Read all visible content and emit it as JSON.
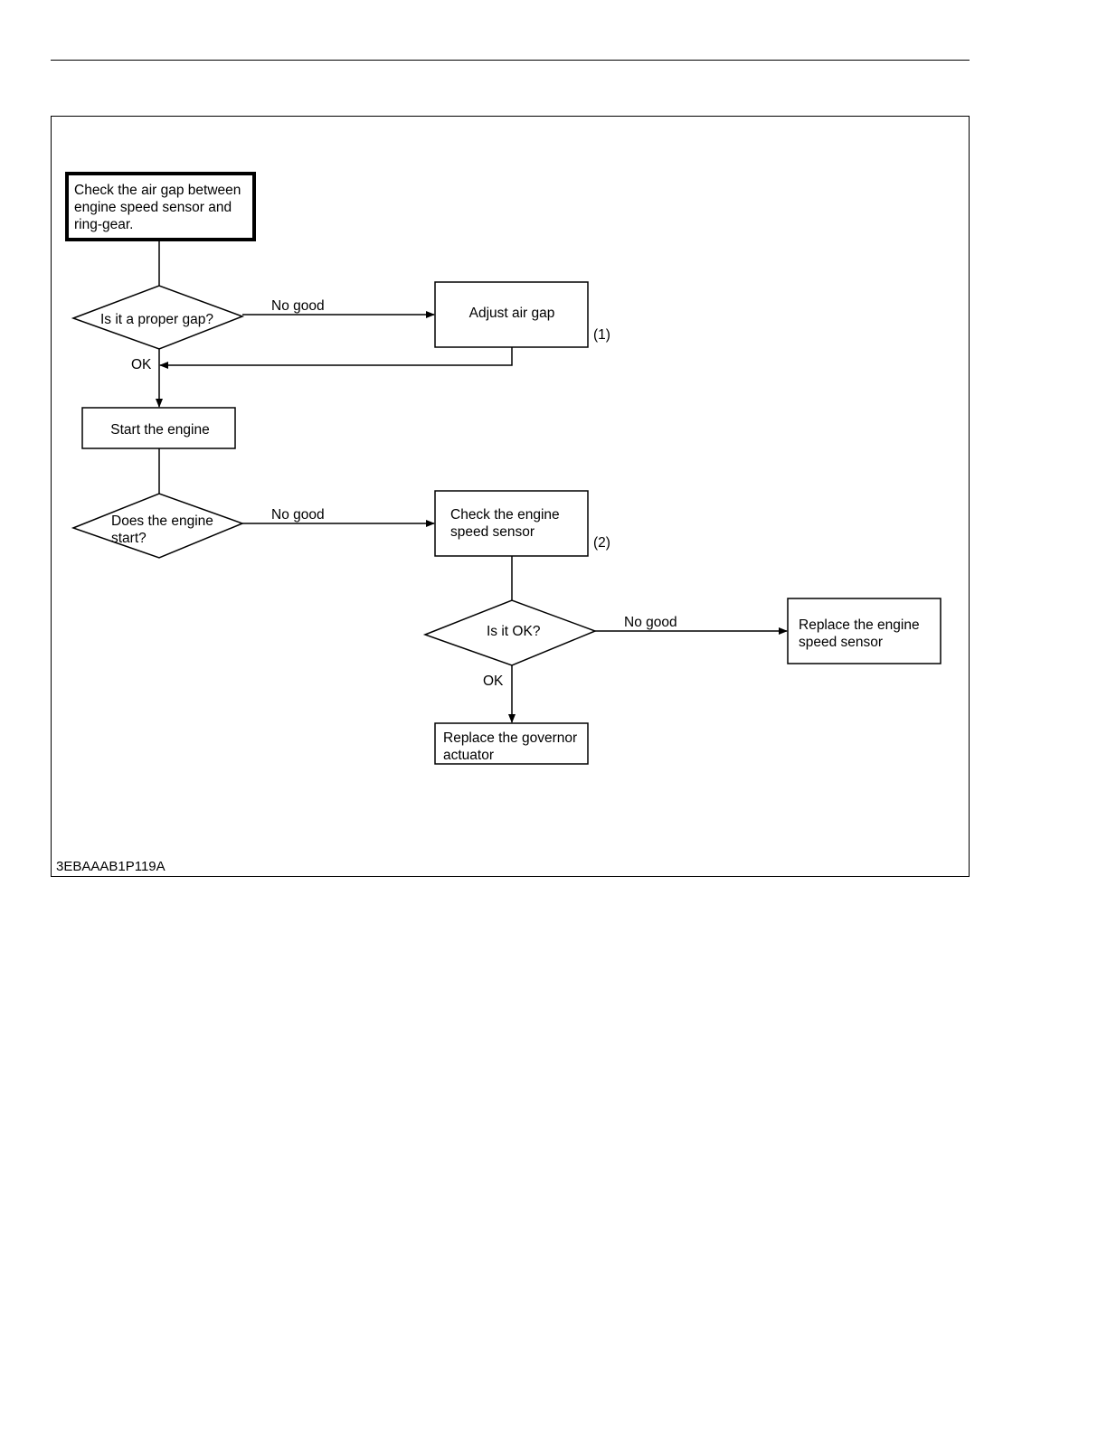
{
  "flowchart": {
    "start": {
      "lines": [
        "Check the air gap between",
        "engine speed sensor and",
        "ring-gear."
      ]
    },
    "q_gap": {
      "lines": [
        "Is it a proper gap?"
      ]
    },
    "adjust": {
      "lines": [
        "Adjust air gap"
      ]
    },
    "ref1": "(1)",
    "start_engine": {
      "lines": [
        "Start the engine"
      ]
    },
    "q_start": {
      "lines": [
        "Does the engine",
        "start?"
      ]
    },
    "check_sensor": {
      "lines": [
        "Check the engine",
        "speed sensor"
      ]
    },
    "ref2": "(2)",
    "q_ok": {
      "lines": [
        "Is it OK?"
      ]
    },
    "replace_sensor": {
      "lines": [
        "Replace the engine",
        "speed sensor"
      ]
    },
    "replace_actuator": {
      "lines": [
        "Replace the governor",
        "actuator"
      ]
    },
    "edge_labels": {
      "gap_no_good": "No good",
      "gap_ok": "OK",
      "start_no_good": "No good",
      "sensor_no_good": "No good",
      "sensor_ok": "OK"
    }
  },
  "figure_code": "3EBAAAB1P119A"
}
